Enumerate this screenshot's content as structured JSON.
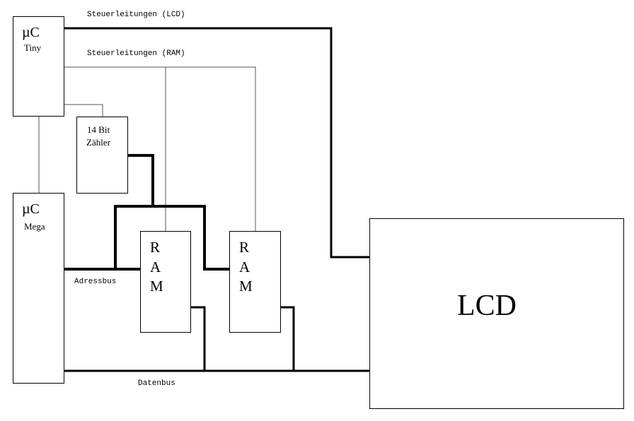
{
  "blocks": {
    "tiny": {
      "line1": "µC",
      "line2": "Tiny"
    },
    "mega": {
      "line1": "µC",
      "line2": "Mega"
    },
    "counter": {
      "line1": "14 Bit",
      "line2": "Zähler"
    },
    "ram1": {
      "letters": [
        "R",
        "A",
        "M"
      ]
    },
    "ram2": {
      "letters": [
        "R",
        "A",
        "M"
      ]
    },
    "lcd": {
      "label": "LCD"
    }
  },
  "labels": {
    "ctrl_lcd": "Steuerleitungen (LCD)",
    "ctrl_ram": "Steuerleitungen (RAM)",
    "address_bus": "Adressbus",
    "data_bus": "Datenbus"
  }
}
